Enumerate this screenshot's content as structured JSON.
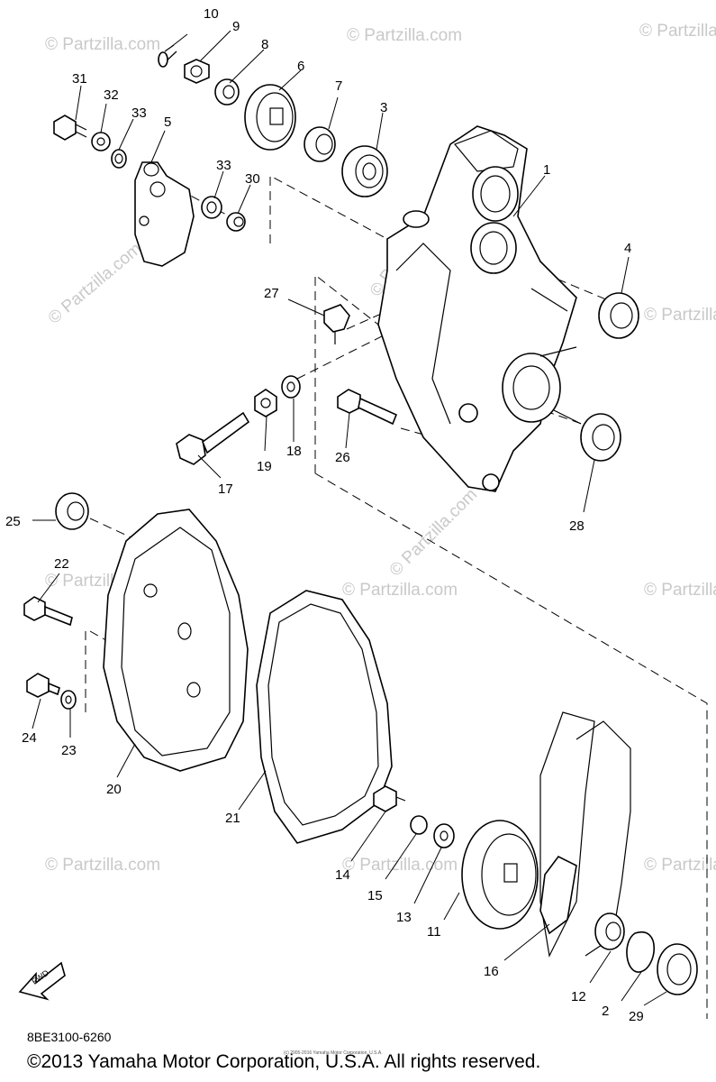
{
  "diagram": {
    "part_code": "8BE3100-6260",
    "copyright": "©2013 Yamaha Motor Corporation, U.S.A. All rights reserved.",
    "fine_print": "(c) 2005-2016 Yamaha Motor Corporation, U.S.A.",
    "watermark": "© Partzilla.com",
    "fwd_label": "FWD",
    "callouts": [
      "1",
      "2",
      "3",
      "4",
      "5",
      "6",
      "7",
      "8",
      "9",
      "10",
      "11",
      "12",
      "13",
      "14",
      "15",
      "16",
      "17",
      "18",
      "19",
      "20",
      "21",
      "22",
      "23",
      "24",
      "25",
      "26",
      "27",
      "28",
      "29",
      "30",
      "31",
      "32",
      "33",
      "33"
    ]
  }
}
